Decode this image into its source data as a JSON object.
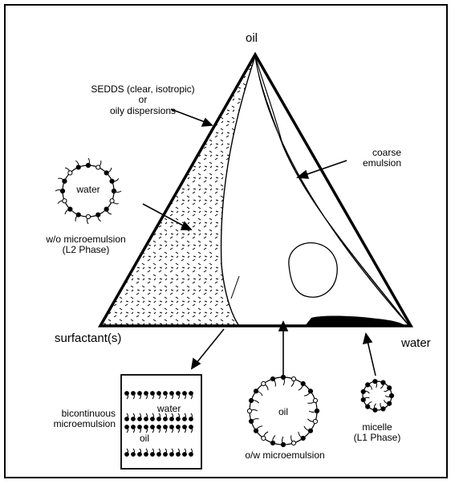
{
  "vertices": {
    "oil": "oil",
    "surfactant": "surfactant(s)",
    "water": "water"
  },
  "regions": {
    "sedds": [
      "SEDDS (clear, isotropic)",
      "or",
      "oily dispersions"
    ],
    "coarse_emulsion": [
      "coarse",
      "emulsion"
    ],
    "wo_microemulsion": [
      "w/o microemulsion",
      "(L2 Phase)"
    ]
  },
  "structures": {
    "reverse_micelle_core": "water",
    "bicontinuous": [
      "bicontinuous",
      "microemulsion"
    ],
    "bicontinuous_water": "water",
    "bicontinuous_oil": "oil",
    "ow_core": "oil",
    "ow_label": "o/w microemulsion",
    "micelle": [
      "micelle",
      "(L1 Phase)"
    ]
  },
  "colors": {
    "ink": "#000000",
    "coarse_fill": "#8c8c8c",
    "background": "#ffffff"
  }
}
